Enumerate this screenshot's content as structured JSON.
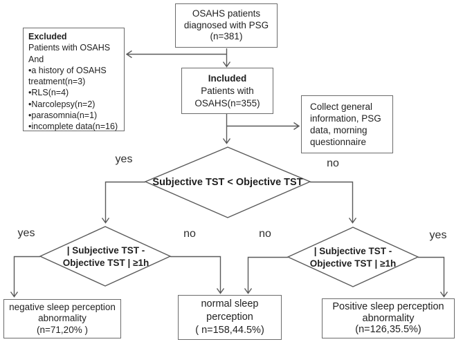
{
  "title": "OSAHS sleep perception study flow diagram",
  "colors": {
    "line": "#595959",
    "text": "#1f1f1f",
    "background": "#ffffff"
  },
  "nodes": {
    "top_box": {
      "lines": [
        "OSAHS patients",
        "diagnosed with PSG",
        "(n=381)"
      ]
    },
    "excluded_box": {
      "heading": "Excluded",
      "lines": [
        "Patients with OSAHS",
        "And",
        "•a history of OSAHS",
        "treatment(n=3)",
        "•RLS(n=4)",
        "•Narcolepsy(n=2)",
        "•parasomnia(n=1)",
        "•incomplete data(n=16)"
      ]
    },
    "included_box": {
      "heading": "Included",
      "lines": [
        "Patients with",
        "OSAHS(n=355)"
      ]
    },
    "collect_box": {
      "lines": [
        "Collect general",
        "information, PSG",
        "data, morning",
        "questionnaire"
      ]
    },
    "decision_main": {
      "label": "Subjective TST < Objective TST"
    },
    "decision_left": {
      "lines": [
        "| Subjective TST -",
        "Objective TST | ≥1h"
      ]
    },
    "decision_right": {
      "lines": [
        "| Subjective TST -",
        "Objective TST | ≥1h"
      ]
    },
    "negative_box": {
      "lines": [
        "negative sleep perception",
        "abnormality",
        "(n=71,20% )"
      ]
    },
    "normal_box": {
      "lines": [
        "normal sleep",
        "perception",
        "( n=158,44.5%)"
      ]
    },
    "positive_box": {
      "lines": [
        "Positive sleep perception",
        "abnormality",
        "(n=126,35.5%)"
      ]
    }
  },
  "edge_labels": {
    "main_yes": "yes",
    "main_no": "no",
    "left_yes": "yes",
    "left_no": "no",
    "right_no": "no",
    "right_yes": "yes"
  }
}
